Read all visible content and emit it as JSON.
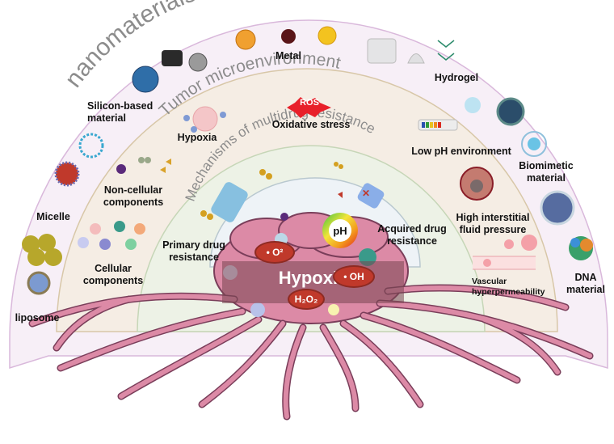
{
  "figure": {
    "rings": {
      "outer_title": "nanomaterials",
      "middle_title": "Tumor microenvironment",
      "inner_title": "Mechanisms of multidrug resistance"
    },
    "nanomaterials": [
      {
        "label": "Metal"
      },
      {
        "label": "Hydrogel"
      },
      {
        "label": "Silicon-based material"
      },
      {
        "label": "Biomimetic material"
      },
      {
        "label": "Micelle"
      },
      {
        "label": "DNA material"
      },
      {
        "label": "liposome"
      }
    ],
    "tumor_microenvironment": [
      {
        "label": "Hypoxia"
      },
      {
        "label": "Oxidative stress",
        "badge": "ROS"
      },
      {
        "label": "Low pH environment"
      },
      {
        "label": "Non-cellular components"
      },
      {
        "label": "High interstitial fluid pressure"
      },
      {
        "label": "Cellular components"
      },
      {
        "label": "Vascular hyperpermeability"
      }
    ],
    "mdr_mechanisms": [
      {
        "label": "Primary drug resistance"
      },
      {
        "label": "Acquired drug resistance"
      }
    ],
    "core": {
      "banner": "Hypoxia",
      "ph_label": "pH",
      "species": [
        "• O²",
        "• OH",
        "H₂O₂"
      ]
    },
    "colors": {
      "outer_ring": "#f7eff7",
      "outer_border": "#d9b8db",
      "middle_ring": "#f5ede4",
      "middle_border": "#d8c7a8",
      "inner_ring": "#edf2e6",
      "inner_border": "#c6d6b7",
      "core_bg": "#eef3f7",
      "tumor": "#dc8aa6",
      "tumor_dark": "#7a3e5a",
      "oval": "#c0392b",
      "ros": "#e8202a"
    }
  }
}
